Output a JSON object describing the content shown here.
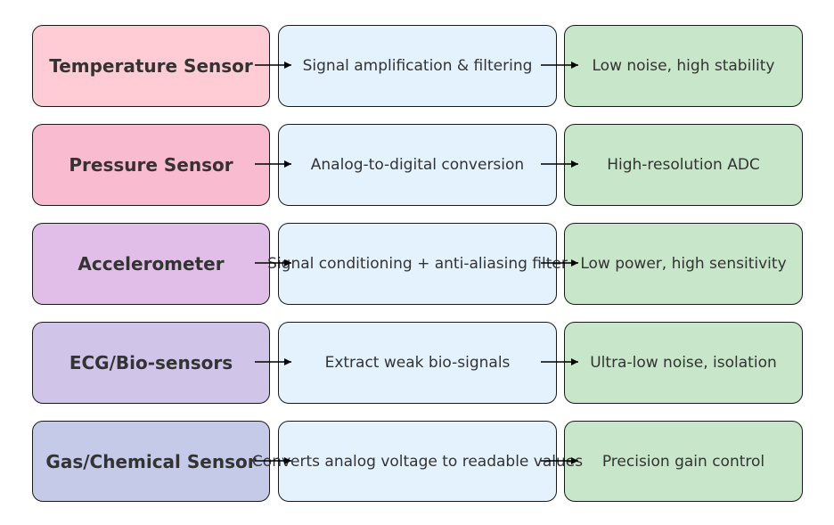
{
  "rows": [
    {
      "sensor": "Temperature Sensor",
      "sensor_color": "#ffccd5",
      "process": "Signal amplification & filtering",
      "result": "Low noise, high stability"
    },
    {
      "sensor": "Pressure Sensor",
      "sensor_color": "#f8bbd0",
      "process": "Analog-to-digital conversion",
      "result": "High-resolution ADC"
    },
    {
      "sensor": "Accelerometer",
      "sensor_color": "#e1bee7",
      "process": "Signal conditioning + anti-aliasing filter",
      "result": "Low power, high sensitivity"
    },
    {
      "sensor": "ECG/Bio-sensors",
      "sensor_color": "#d1c4e9",
      "process": "Extract weak bio-signals",
      "result": "Ultra-low noise, isolation"
    },
    {
      "sensor": "Gas/Chemical Sensor",
      "sensor_color": "#c5cae9",
      "process": "Converts analog voltage to readable values",
      "result": "Precision gain control"
    }
  ],
  "colors": {
    "process": "#e3f2fd",
    "result": "#c8e6c9",
    "border": "#1a1a1a",
    "text": "#333333"
  },
  "icons": {
    "connector": "arrow-right-icon"
  }
}
